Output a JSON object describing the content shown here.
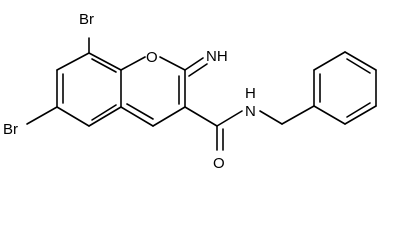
{
  "molecule": {
    "labels": {
      "br_top": "Br",
      "br_left": "Br",
      "ring_oxygen": "O",
      "imine": "NH",
      "carbonyl_oxygen": "O",
      "amide_nh": "H",
      "amide_n": "N"
    },
    "colors": {
      "bond": "#000000",
      "background": "#ffffff"
    }
  }
}
